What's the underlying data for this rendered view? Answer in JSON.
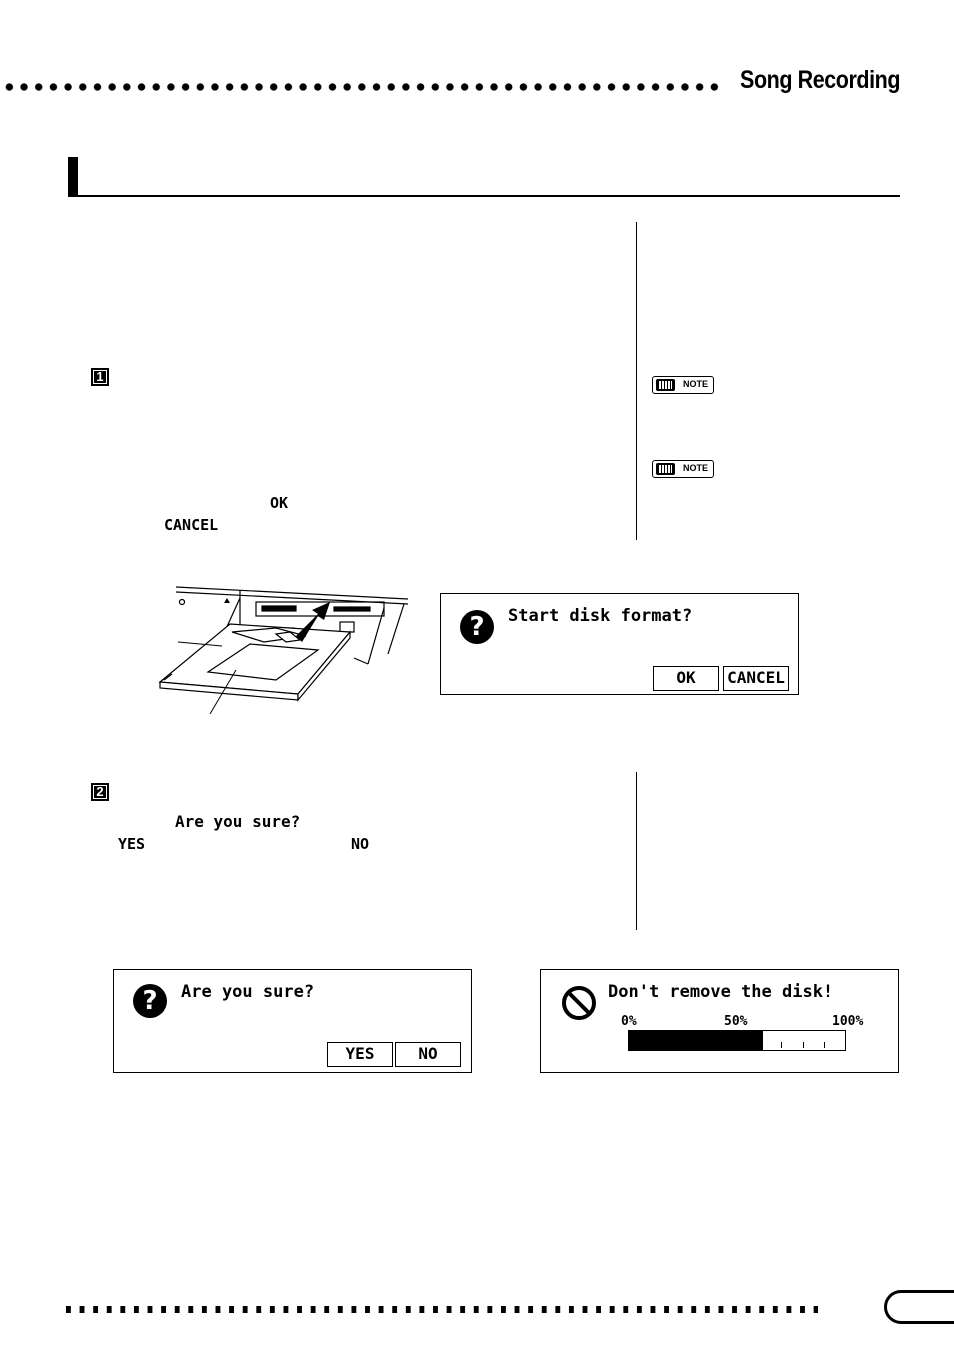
{
  "header": {
    "title": "Song Recording"
  },
  "step1": {
    "number": "1",
    "ok_label": "OK",
    "cancel_label": "CANCEL"
  },
  "sidebar_notes": [
    {
      "label": "NOTE"
    },
    {
      "label": "NOTE"
    }
  ],
  "format_dialog": {
    "message": "Start disk format?",
    "ok_button": "OK",
    "cancel_button": "CANCEL"
  },
  "step2": {
    "number": "2",
    "confirm_text": "Are you sure?",
    "yes_label": "YES",
    "no_label": "NO"
  },
  "confirm_dialog": {
    "message": "Are you sure?",
    "yes_button": "YES",
    "no_button": "NO"
  },
  "progress_dialog": {
    "message": "Don't remove the disk!",
    "label_0": "0%",
    "label_50": "50%",
    "label_100": "100%",
    "progress_percent": 62
  }
}
